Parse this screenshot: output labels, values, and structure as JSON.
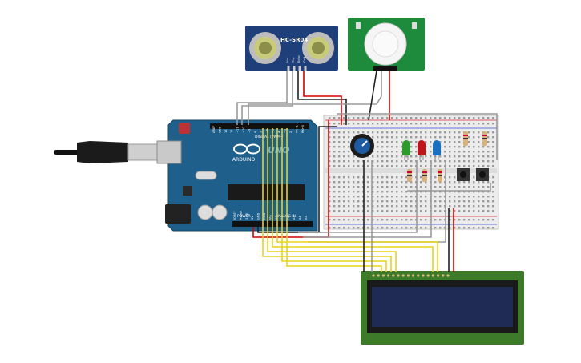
{
  "ultrasonic": {
    "label": "HC-SR04",
    "pins": [
      "Vcc",
      "Trig",
      "Echo",
      "Gnd"
    ]
  },
  "arduino": {
    "brand": "ARDUINO",
    "model": "UNO",
    "digital_label": "DIGITAL (PWM~)",
    "power_label": "POWER",
    "analog_label": "ANALOG IN",
    "header_pins": [
      "AREF",
      "GND",
      "13",
      "12",
      "~11",
      "~10",
      "~9",
      "8",
      "7",
      "~6",
      "~5",
      "4",
      "~3",
      "2",
      "TX→1",
      "RX←0"
    ],
    "power_pins": [
      "IOREF",
      "RESET",
      "3.3V",
      "5V",
      "GND",
      "GND",
      "Vin",
      "A0",
      "A1",
      "A2",
      "A3",
      "A4",
      "A5"
    ]
  },
  "leds": [
    {
      "name": "green",
      "color": "#2e9a2e"
    },
    {
      "name": "red",
      "color": "#c0141a"
    },
    {
      "name": "blue",
      "color": "#1a6fc0"
    }
  ],
  "colors": {
    "arduino": "#1f5f8b",
    "wire_yellow": "#e8d419",
    "wire_red": "#d40000",
    "wire_black": "#222222",
    "wire_gray": "#9a9a9a",
    "lcd_board": "#3d7a2a",
    "lcd_screen": "#1f2a55",
    "sensor_board": "#1e3f7a",
    "pir_board": "#1e8a3c"
  }
}
